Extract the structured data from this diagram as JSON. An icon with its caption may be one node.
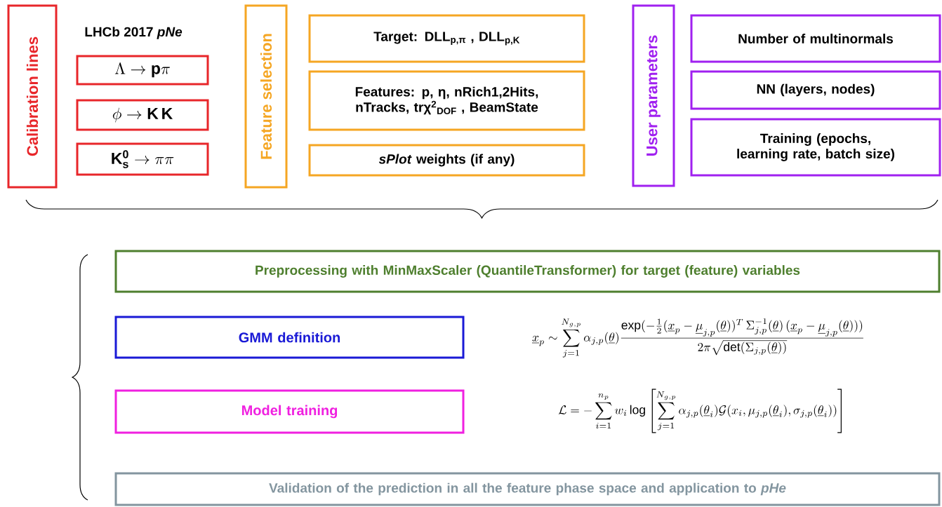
{
  "diagram": {
    "nodes": [
      {
        "text": [
          "Calibration lines"
        ]
      },
      {
        "text": [
          "\\Lambda \\rightarrow \\mathbf{p}\\pi"
        ]
      },
      {
        "text": [
          "\\phi \\rightarrow \\mathbf{K}\\,\\mathbf{K}"
        ]
      },
      {
        "text": [
          "\\mathbf{K^0_s} \\rightarrow \\pi\\pi"
        ]
      },
      {
        "text": [
          "Feature selection"
        ]
      },
      {
        "text": [
          "Target: DLL$_{p,π}$ , DLL$_{p,K}$"
        ]
      },
      {
        "text": [
          "Features: p, η, nRich1,2Hits, nTracks, trχ$^{2}$$_{DOF}$ , BeamState"
        ]
      },
      {
        "text": [
          "*sPlot* weights (if any)"
        ]
      },
      {
        "text": [
          "User parameters"
        ]
      },
      {
        "text": [
          "Number of multinormals"
        ]
      },
      {
        "text": [
          "NN (layers, nodes)"
        ]
      },
      {
        "text": [
          "Training (epochs, learning rate, batch size)"
        ]
      },
      {
        "text": [
          "Preprocessing with MinMaxScaler (QuantileTransformer) for target (feature) variables"
        ]
      },
      {
        "text": [
          "GMM definition"
        ]
      },
      {
        "text": [
          "Model training"
        ]
      },
      {
        "text": [
          "Validation of the prediction in all the feature phase space and application to *pHe*"
        ]
      }
    ],
    "labels": [
      "LHCb 2017 *pNe*",
      "\\underline{x}_p \\sim \\sum_{j=1}^{N_{g,p}} \\alpha_{j,p}(\\underline{\\theta})\\frac{\\exp(-\\frac{1}{2}(\\underline{x}_p-\\underline{\\mu}_{j,p}(\\underline{\\theta}))^T\\,\\Sigma^{-1}_{j,p}(\\underline{\\theta})\\,(\\underline{x}_p-\\underline{\\mu}_{j,p}(\\underline{\\theta})))}{2\\pi\\sqrt{\\det(\\Sigma_{j,p}(\\underline{\\theta}))}}",
      "\\mathcal{L} = -\\sum_{i=1}^{n_p} w_i \\log\\left[\\sum_{j=1}^{N_{g,p}} \\alpha_{j,p}(\\underline{\\theta}_i)\\mathcal{G}(x_i,\\mu_{j,p}(\\underline{\\theta}_i),\\sigma_{j,p}(\\underline{\\theta}_i))\\right]"
    ]
  }
}
